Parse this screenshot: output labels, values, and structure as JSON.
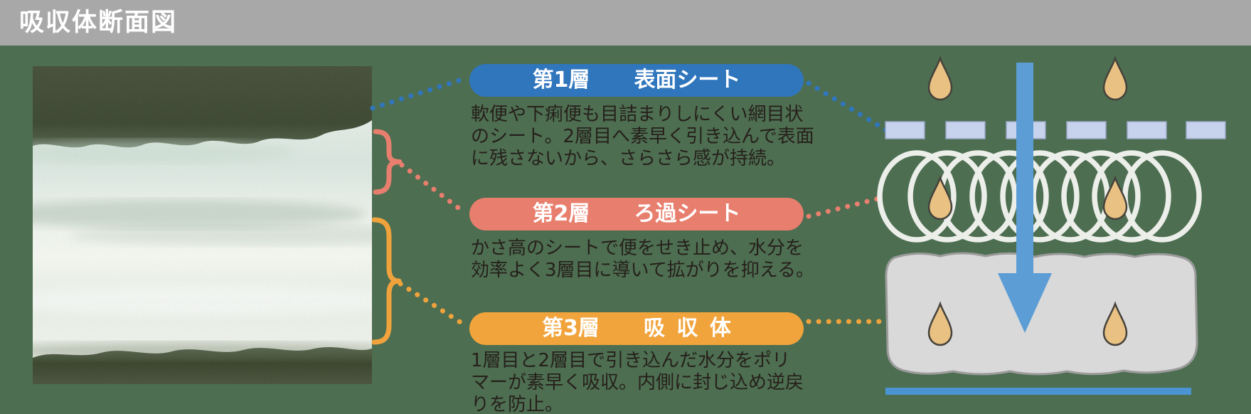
{
  "header": {
    "title": "吸収体断面図",
    "bg": "#a8a8a8",
    "text_color": "#ffffff"
  },
  "background_color": "#4d6e51",
  "photo": {
    "content": "absorbent-pad cross-section photograph"
  },
  "layers": [
    {
      "number": "第1層",
      "name": "表面シート",
      "accent": "#3076bd",
      "description": "軟便や下痢便も目詰まりしにくい網目状\nのシート。2層目へ素早く引き込んで表面\nに残さないから、さらさら感が持続。"
    },
    {
      "number": "第2層",
      "name": "ろ過シート",
      "accent": "#e87f6e",
      "description": "かさ高のシートで便をせき止め、水分を\n効率よく3層目に導いて拡がりを抑える。"
    },
    {
      "number": "第3層",
      "name": "吸収体",
      "accent": "#f2a43c",
      "description": "1層目と2層目で引き込んだ水分をポリ\nマーが素早く吸収。内側に封じ込め逆戻\nりを防止。"
    }
  ],
  "diagram": {
    "droplet_color": "#e9c182",
    "surface_sheet_dash_color": "#c7d2ec",
    "filter_coil_color": "#eceee9",
    "absorbent_mass_color": "#d9d9d9",
    "flow_arrow_color": "#5c9dd6",
    "back_sheet_line_color": "#4b94d3"
  }
}
